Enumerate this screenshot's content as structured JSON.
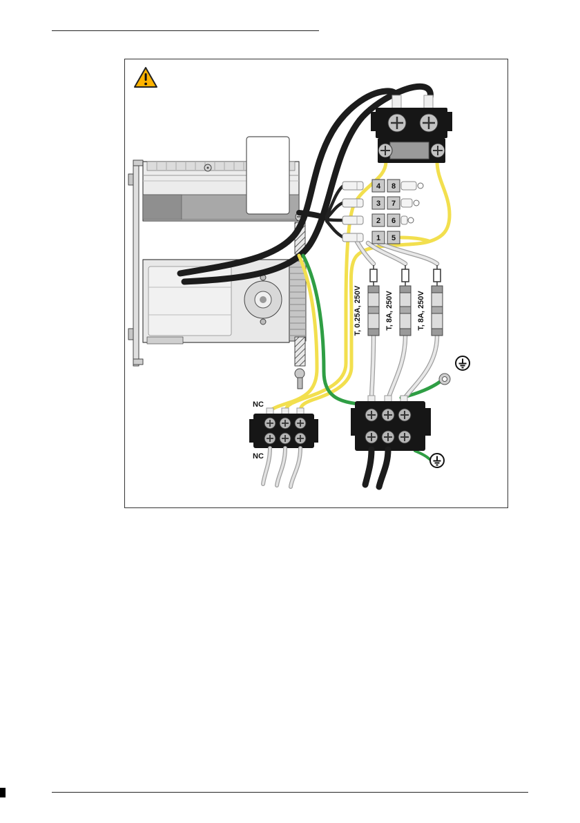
{
  "figure": {
    "type": "pump-wiring-diagram",
    "warning_mark": "!",
    "connector_left": [
      "4",
      "3",
      "2",
      "1"
    ],
    "connector_right": [
      "8",
      "7",
      "6",
      "5"
    ],
    "fuse_labels": [
      "T, 0.25A, 250V",
      "T, 8A, 250V",
      "T, 8A, 250V"
    ],
    "nc_labels": {
      "top": "NC",
      "bottom": "NC"
    },
    "icons": {
      "warning": "warning-triangle",
      "ground_upper": "protective-earth",
      "ground_lower": "protective-earth"
    },
    "colors": {
      "warning_yellow": "#ffb300",
      "wire_yellow": "#f2df4e",
      "wire_green": "#2f9e44",
      "wire_black": "#1c1c1c",
      "wire_gray": "#e2e2e2",
      "block_black": "#161616"
    }
  }
}
